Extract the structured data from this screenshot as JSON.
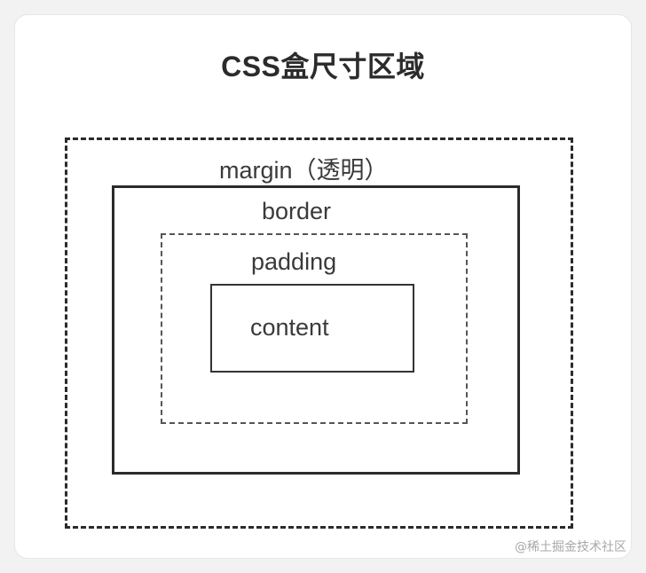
{
  "diagram": {
    "title": "CSS盒尺寸区域",
    "layers": {
      "margin": "margin（透明）",
      "border": "border",
      "padding": "padding",
      "content": "content"
    }
  },
  "watermark": "@稀土掘金技术社区"
}
